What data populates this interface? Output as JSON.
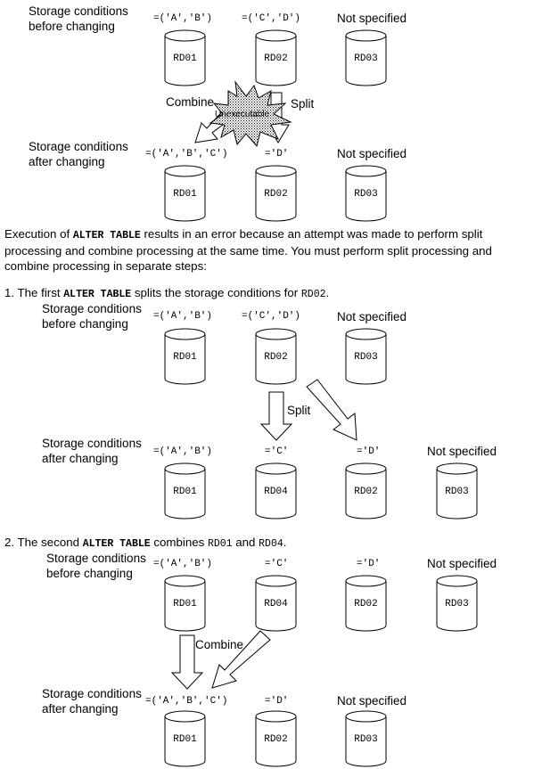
{
  "labels": {
    "before": [
      "Storage conditions",
      "before changing"
    ],
    "after": [
      "Storage conditions",
      "after changing"
    ],
    "not_specified": "Not specified",
    "combine": "Combine",
    "split": "Split",
    "unexecutable": "Unexecutable"
  },
  "conditions": {
    "ab": "=('A','B')",
    "cd": "=('C','D')",
    "abc": "=('A','B','C')",
    "c": "='C'",
    "d": "='D'"
  },
  "regions": {
    "rd01": "RD01",
    "rd02": "RD02",
    "rd03": "RD03",
    "rd04": "RD04"
  },
  "paragraph": {
    "p1": "Execution of ",
    "code": "ALTER TABLE",
    "p2": " results in an error because an attempt was made to perform split processing and combine processing at the same time. You must perform split processing and combine processing in separate steps:"
  },
  "step1": {
    "a": "1. The first ",
    "code": "ALTER TABLE",
    "b": " splits the storage conditions for ",
    "rd": "RD02",
    "c": "."
  },
  "step2": {
    "a": "2. The second ",
    "code": "ALTER TABLE",
    "b": " combines ",
    "rd1": "RD01",
    "c": " and ",
    "rd2": "RD04",
    "d": "."
  }
}
